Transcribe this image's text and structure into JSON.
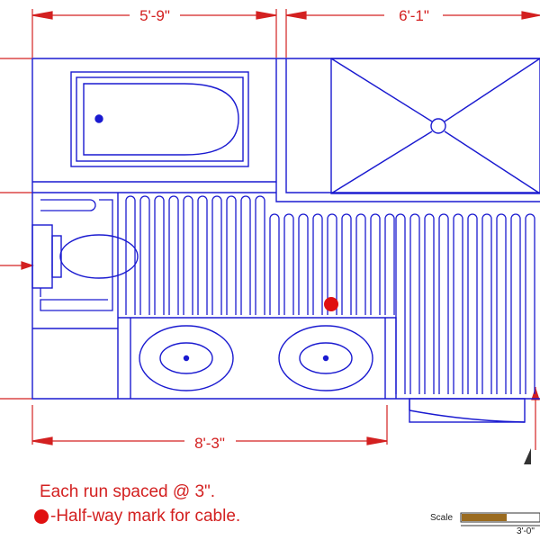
{
  "dimensions": {
    "top_left": "5'-9\"",
    "top_right": "6'-1\"",
    "bottom": "8'-3\""
  },
  "notes": {
    "spacing": "Each run spaced @ 3\".",
    "halfway": "-Half-way mark for cable."
  },
  "scale": {
    "label": "Scale",
    "tick": "3'-0\""
  },
  "colors": {
    "plan_lines": "#1a1ad0",
    "dimension": "#d32020",
    "marker": "#e01010"
  }
}
